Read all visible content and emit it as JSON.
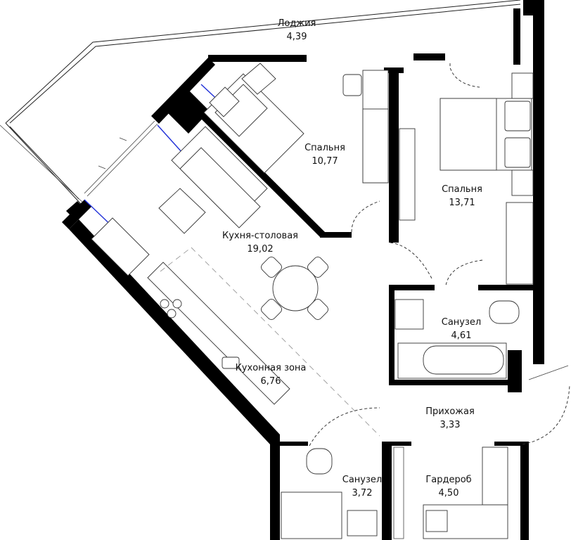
{
  "rooms": [
    {
      "id": "loggia",
      "label": "Лоджия",
      "area": "4,39"
    },
    {
      "id": "bedroom1",
      "label": "Спальня",
      "area": "10,77"
    },
    {
      "id": "bedroom2",
      "label": "Спальня",
      "area": "13,71"
    },
    {
      "id": "kitchen",
      "label": "Кухня-столовая",
      "area": "19,02"
    },
    {
      "id": "kzone",
      "label": "Кухонная зона",
      "area": "6,76"
    },
    {
      "id": "bath1",
      "label": "Санузел",
      "area": "4,61"
    },
    {
      "id": "hall",
      "label": "Прихожая",
      "area": "3,33"
    },
    {
      "id": "bath2",
      "label": "Санузел",
      "area": "3,72"
    },
    {
      "id": "wardrobe",
      "label": "Гардероб",
      "area": "4,50"
    }
  ],
  "colors": {
    "wall": "#000000",
    "accent": "#1f2fd8"
  }
}
